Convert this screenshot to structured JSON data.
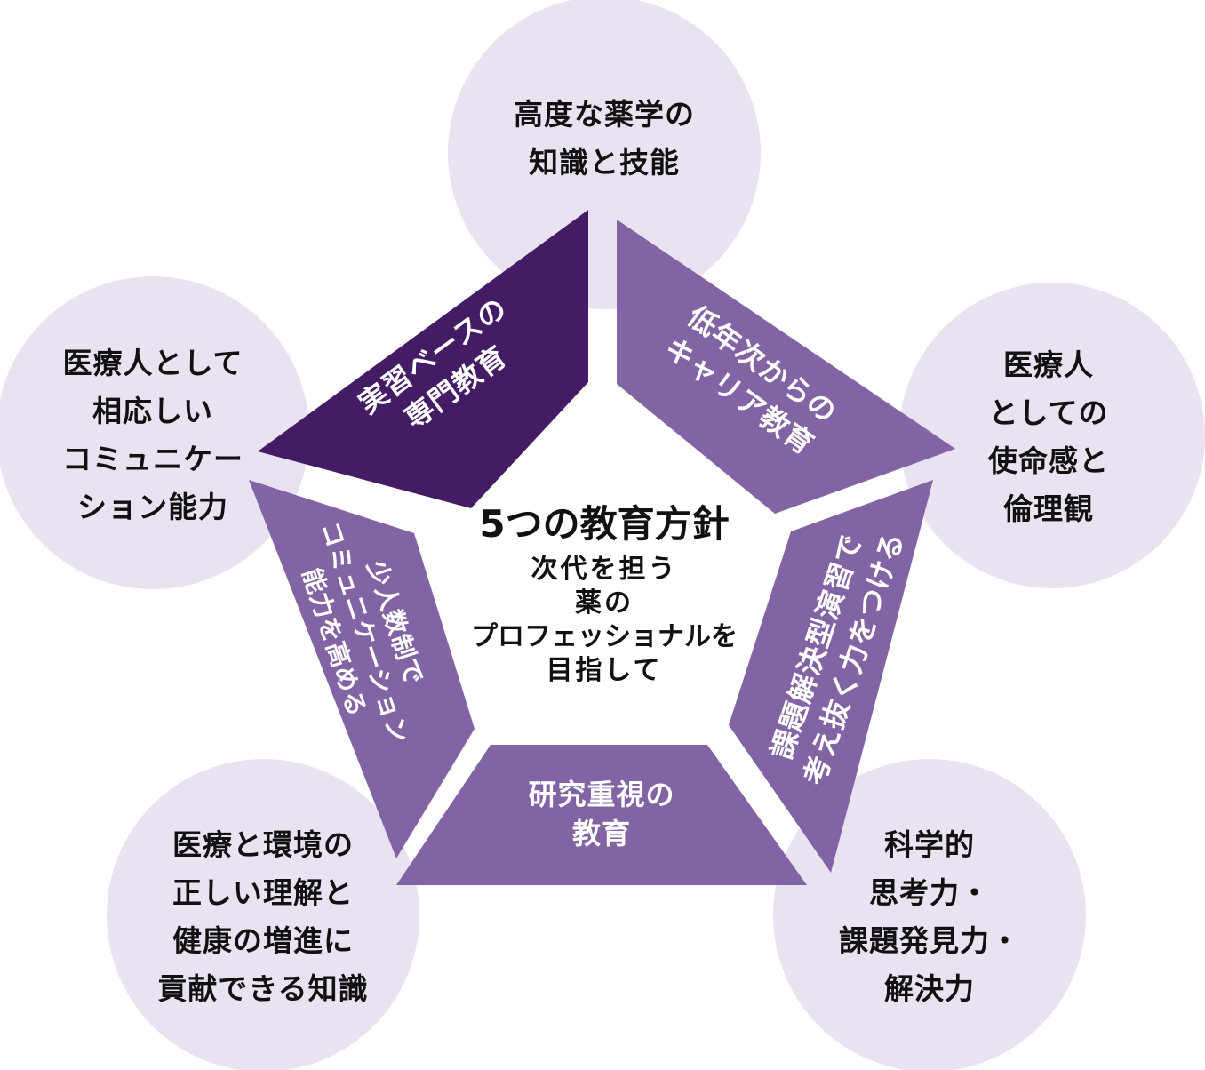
{
  "title": "5つの教育方針",
  "subtitle_lines": [
    "次代を担う",
    "薬の",
    "プロフェッショナルを",
    "目指して"
  ],
  "colors": {
    "circle_fill": "#e8e2f1",
    "segment_dark": "#441c66",
    "segment_mid": "#8264a4",
    "text_dark": "#111111",
    "text_light": "#ffffff"
  },
  "policies": [
    {
      "id": "practice",
      "lines": [
        "実習ベースの",
        "専門教育"
      ],
      "tone": "dark"
    },
    {
      "id": "career",
      "lines": [
        "低年次からの",
        "キャリア教育"
      ],
      "tone": "mid"
    },
    {
      "id": "problem-solving",
      "lines": [
        "課題解決型演習で",
        "考え抜く力をつける"
      ],
      "tone": "mid"
    },
    {
      "id": "research",
      "lines": [
        "研究重視の",
        "教育"
      ],
      "tone": "mid"
    },
    {
      "id": "small-group",
      "lines": [
        "少人数制で",
        "コミュニケーション",
        "能力を高める"
      ],
      "tone": "mid"
    }
  ],
  "outcomes": [
    {
      "id": "knowledge-skills",
      "lines": [
        "高度な薬学の",
        "知識と技能"
      ]
    },
    {
      "id": "mission-ethics",
      "lines": [
        "医療人",
        "としての",
        "使命感と",
        "倫理観"
      ]
    },
    {
      "id": "scientific-thinking",
      "lines": [
        "科学的",
        "思考力・",
        "課題発見力・",
        "解決力"
      ]
    },
    {
      "id": "health-environment",
      "lines": [
        "医療と環境の",
        "正しい理解と",
        "健康の増進に",
        "貢献できる知識"
      ]
    },
    {
      "id": "communication",
      "lines": [
        "医療人として",
        "相応しい",
        "コミュニケー",
        "ション能力"
      ]
    }
  ]
}
